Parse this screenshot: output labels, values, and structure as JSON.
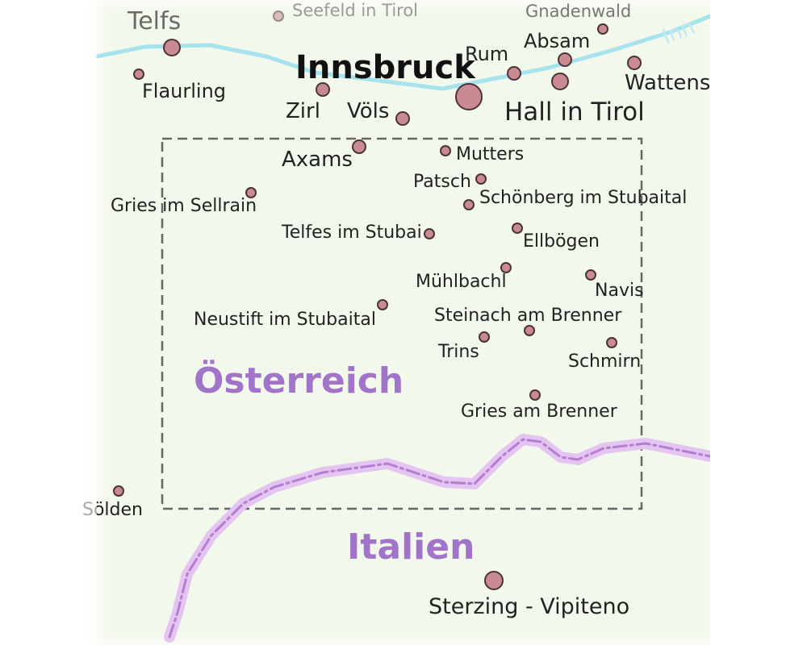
{
  "map": {
    "countries": {
      "north": "Österreich",
      "south": "Italien"
    },
    "river": "Inn",
    "places": {
      "telfs": "Telfs",
      "seefeld": "Seefeld in Tirol",
      "gnadenwald": "Gnadenwald",
      "absam": "Absam",
      "rum": "Rum",
      "innsbruck": "Innsbruck",
      "wattens": "Wattens",
      "flaurling": "Flaurling",
      "zirl": "Zirl",
      "voels": "Völs",
      "hall": "Hall in Tirol",
      "axams": "Axams",
      "mutters": "Mutters",
      "patsch": "Patsch",
      "schoenberg": "Schönberg im Stubaital",
      "gries_sellrain": "Gries im Sellrain",
      "telfes": "Telfes im Stubai",
      "ellboegen": "Ellbögen",
      "muehlbachl": "Mühlbachl",
      "navis": "Navis",
      "neustift": "Neustift im Stubaital",
      "steinach": "Steinach am Brenner",
      "trins": "Trins",
      "schmirn": "Schmirn",
      "gries_brenner": "Gries am Brenner",
      "soelden": "Sölden",
      "sterzing": "Sterzing - Vipiteno"
    },
    "colors": {
      "background": "#ffffff",
      "land": "#f3f8ec",
      "river": "#a7e3ec",
      "border": "#b47ed0",
      "border_glow": "#e4c4f0",
      "frame": "#666666",
      "dot_fill": "#c98a94",
      "dot_stroke": "#4a3438",
      "country_text": "#a274c9"
    }
  }
}
